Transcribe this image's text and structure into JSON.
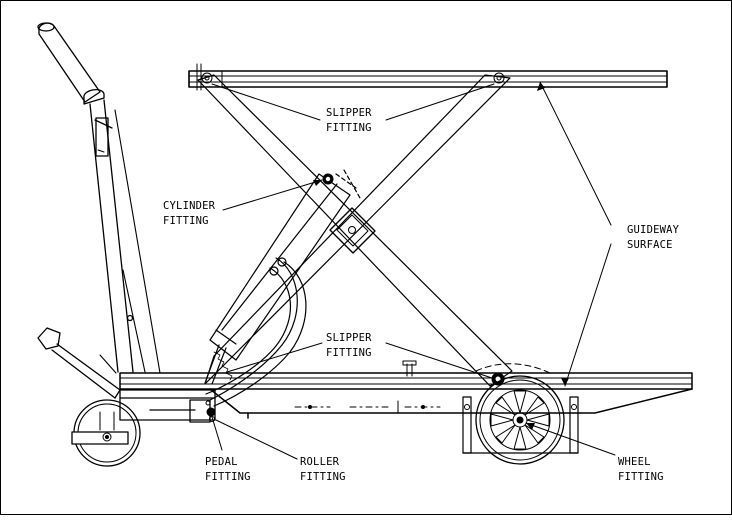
{
  "labels": {
    "slipper_top_line1": "SLIPPER",
    "slipper_top_line2": "FITTING",
    "cylinder_line1": "CYLINDER",
    "cylinder_line2": "FITTING",
    "guideway_line1": "GUIDEWAY",
    "guideway_line2": "SURFACE",
    "slipper_bottom_line1": "SLIPPER",
    "slipper_bottom_line2": "FITTING",
    "pedal_line1": "PEDAL",
    "pedal_line2": "FITTING",
    "roller_line1": "ROLLER",
    "roller_line2": "FITTING",
    "wheel_line1": "WHEEL",
    "wheel_line2": "FITTING"
  },
  "colors": {
    "ink": "#000000",
    "paper": "#ffffff"
  }
}
